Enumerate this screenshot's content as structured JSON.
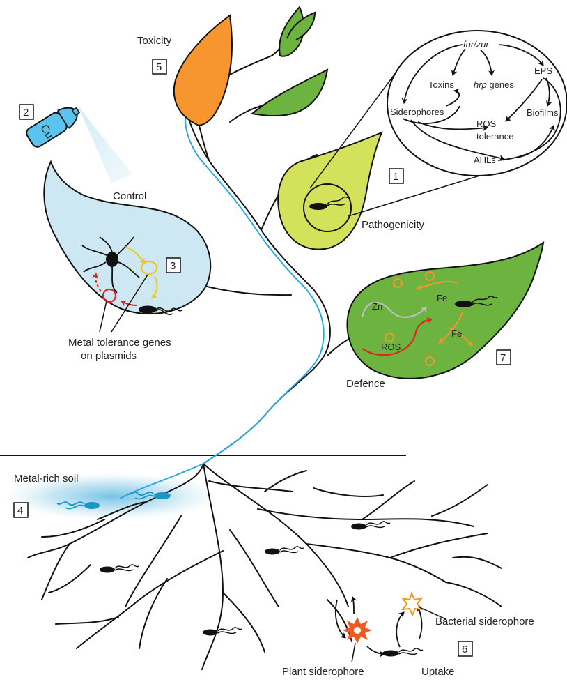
{
  "labels": {
    "toxicity": "Toxicity",
    "control": "Control",
    "pathogenicity": "Pathogenicity",
    "defence": "Defence",
    "metal_tolerance_line1": "Metal tolerance genes",
    "metal_tolerance_line2": "on plasmids",
    "metal_rich_soil": "Metal-rich soil",
    "bacterial_siderophore": "Bacterial siderophore",
    "plant_siderophore": "Plant siderophore",
    "uptake": "Uptake",
    "cu": "Cu"
  },
  "numbers": {
    "n1": "1",
    "n2": "2",
    "n3": "3",
    "n4": "4",
    "n5": "5",
    "n6": "6",
    "n7": "7"
  },
  "pathogenicity_inset": {
    "fur_zur": "fur/zur",
    "toxins": "Toxins",
    "hrp": "hrp",
    "genes": " genes",
    "eps": "EPS",
    "siderophores": "Siderophores",
    "ros": "ROS",
    "tolerance": "tolerance",
    "biofilms": "Biofilms",
    "ahls": "AHLs"
  },
  "defence_inset": {
    "zn": "Zn",
    "fe_top": "Fe",
    "fe_bottom": "Fe",
    "ros": "ROS"
  },
  "colors": {
    "toxicity_leaf": "#F7952E",
    "pathogenicity_leaf": "#D4E15B",
    "defence_leaf": "#6DB33F",
    "plasmid_leaf": "#CDE8F3",
    "green_leaf": "#6DB33F",
    "transport_line": "#2AA9DF",
    "soil_glow": "#7FC6E6",
    "plasmid_yellow": "#F5C518",
    "plasmid_red": "#E2231A",
    "orange_arrow": "#F7952E",
    "grey_arrow": "#BFBFBF",
    "plant_siderophore": "#F15A24",
    "bacterial_siderophore": "#F7941D",
    "sprayer": "#5BC4EE",
    "spray": "#CFE8F5"
  }
}
